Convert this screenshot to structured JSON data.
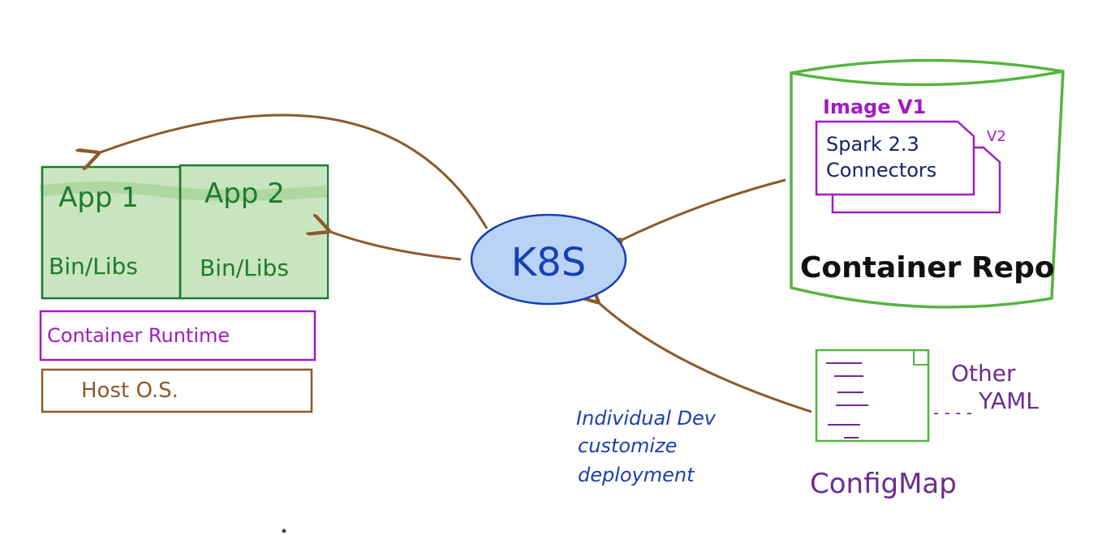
{
  "colors": {
    "green": "#1e7a2e",
    "green_fill": "#bfe0b4",
    "light_green": "#56b441",
    "purple": "#a11bc1",
    "dark_purple": "#6a2c91",
    "brown": "#8b5a2b",
    "blue": "#1a3fb0",
    "blue_fill": "#b8d3f5",
    "navy": "#1b1f6e",
    "black": "#111111"
  },
  "host": {
    "app1": "App 1",
    "app2": "App 2",
    "bin1": "Bin/Libs",
    "bin2": "Bin/Libs",
    "runtime": "Container Runtime",
    "os": "Host O.S."
  },
  "k8s": {
    "label": "K8S"
  },
  "repo": {
    "title": "Container Repo",
    "image_v1": "Image V1",
    "v2": "V2",
    "spark": "Spark 2.3",
    "connectors": "Connectors"
  },
  "config": {
    "label": "ConfigMap",
    "other": "Other",
    "yaml": "YAML",
    "dots": "- - - -"
  },
  "note": {
    "line1": "Individual Dev",
    "line2": "customize",
    "line3": "deployment"
  }
}
